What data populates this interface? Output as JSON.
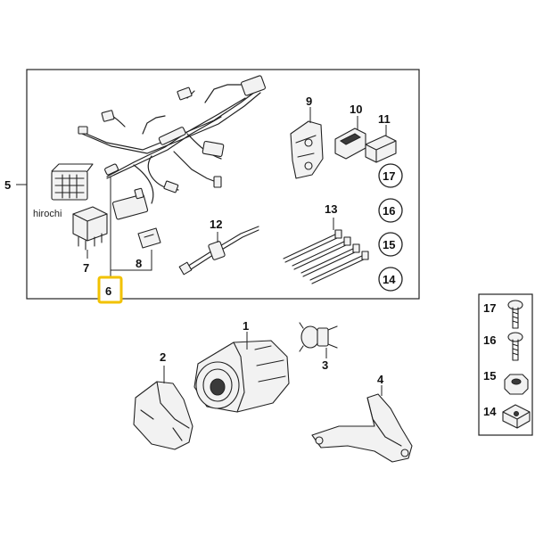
{
  "watermark": "hirochi",
  "callouts": {
    "c1": "1",
    "c2": "2",
    "c3": "3",
    "c4": "4",
    "c5": "5",
    "c6": "6",
    "c7": "7",
    "c8": "8",
    "c9": "9",
    "c10": "10",
    "c11": "11",
    "c12": "12",
    "c13": "13",
    "c17a": "17",
    "c16a": "16",
    "c15a": "15",
    "c14a": "14",
    "c17b": "17",
    "c16b": "16",
    "c15b": "15",
    "c14b": "14"
  },
  "highlight_color": "#f2c200"
}
